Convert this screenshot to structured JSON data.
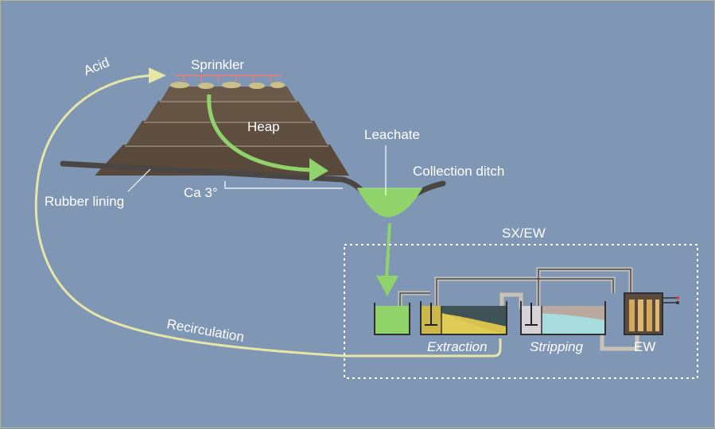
{
  "labels": {
    "acid": "Acid",
    "sprinkler": "Sprinkler",
    "heap": "Heap",
    "leachate": "Leachate",
    "collection_ditch": "Collection ditch",
    "rubber_lining": "Rubber lining",
    "angle": "Ca 3°",
    "sx_ew": "SX/EW",
    "recirculation": "Recirculation",
    "extraction": "Extraction",
    "stripping": "Stripping",
    "ew": "EW"
  },
  "colors": {
    "background": "#7f96b4",
    "heap": "#6b5a4a",
    "lining": "#4a4643",
    "leachate": "#8fd36a",
    "arrow_green": "#8fd36a",
    "recirculation_curve": "#e6e6a6",
    "organic_yellow": "#d8c24e",
    "strip_cyan": "#a8dde0",
    "pipe": "#c9c2b4"
  }
}
